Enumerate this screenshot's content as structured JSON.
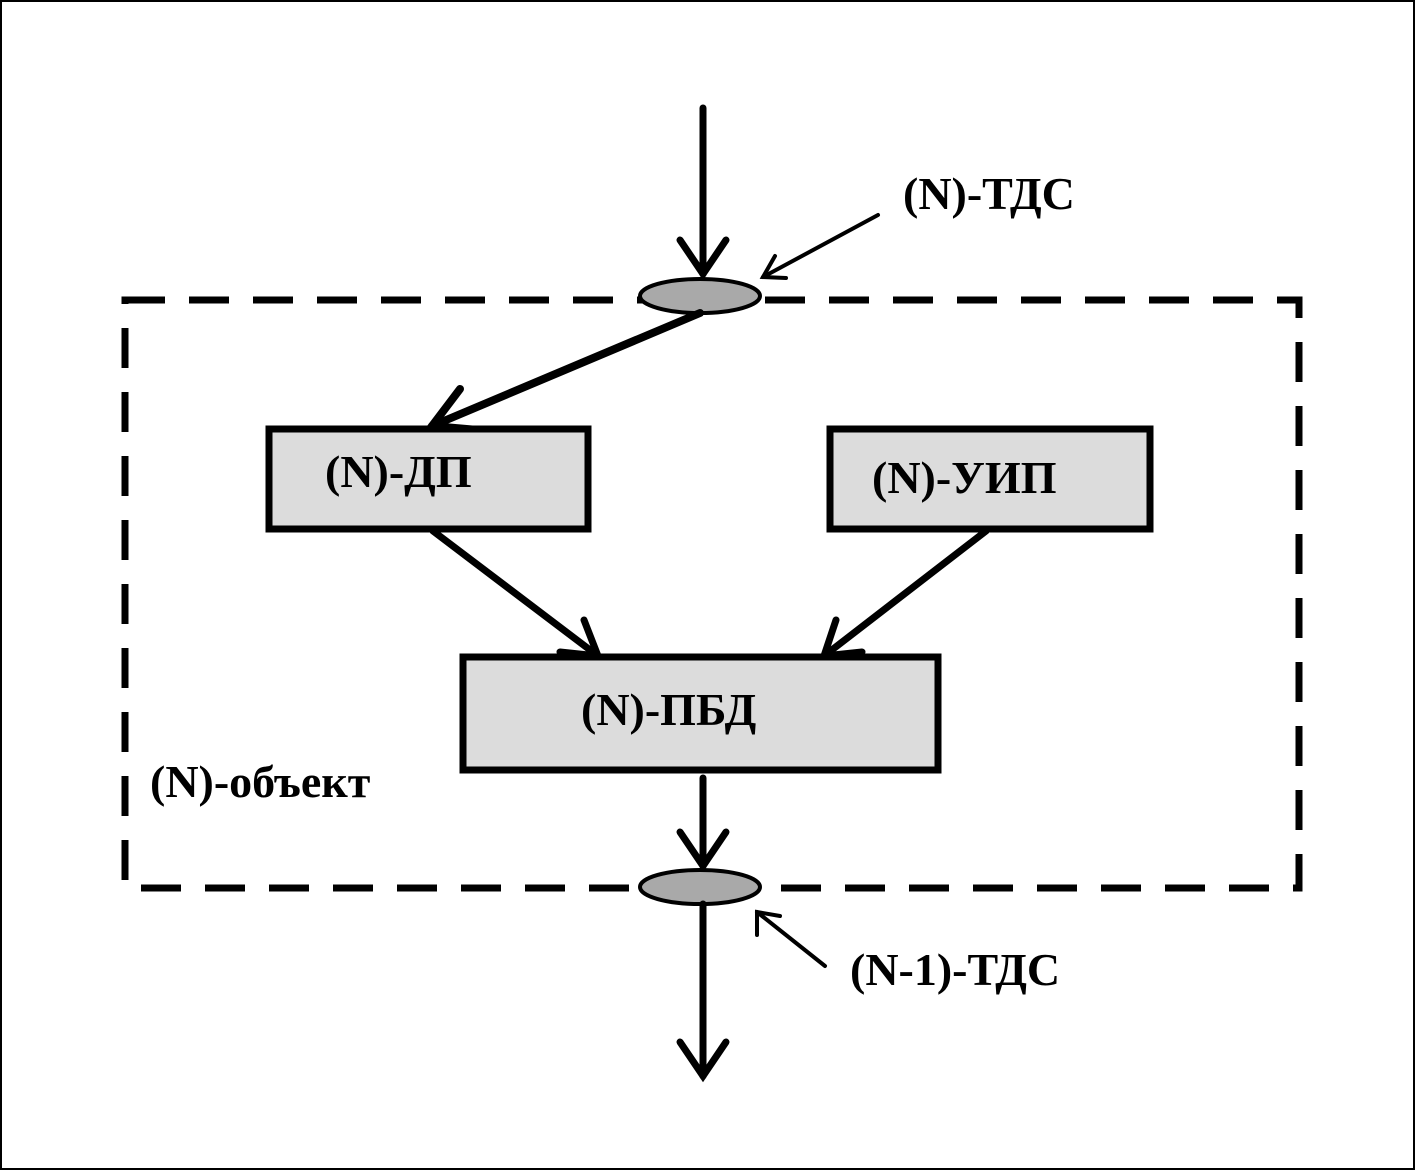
{
  "labels": {
    "top_access_point": "(N)-ТДС",
    "bottom_access_point": "(N-1)-ТДС",
    "object": "(N)-объект"
  },
  "blocks": {
    "dp": "(N)-ДП",
    "uip": "(N)-УИП",
    "pbd": "(N)-ПБД"
  },
  "colors": {
    "block_fill": "#dcdcdc",
    "access_point_fill": "#a9a9a9",
    "stroke": "#000000",
    "background": "#ffffff"
  }
}
